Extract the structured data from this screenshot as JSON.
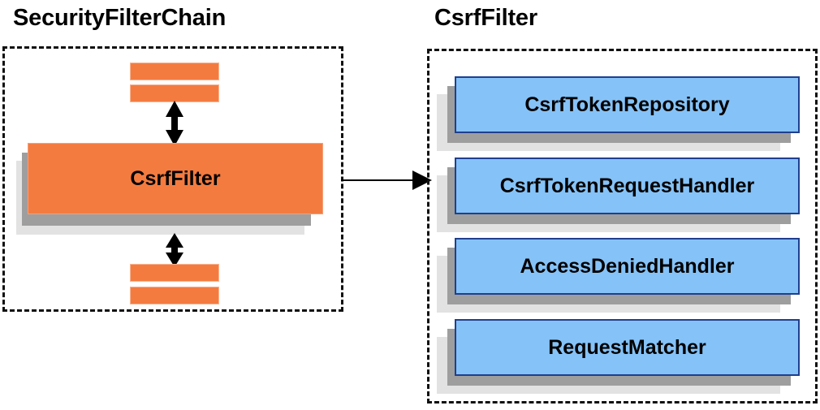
{
  "diagram": {
    "title_left": "SecurityFilterChain",
    "title_right": "CsrfFilter",
    "filter_chain": {
      "main_node_label": "CsrfFilter",
      "stub_count_top": 2,
      "stub_count_bottom": 2,
      "arrow_up": "double-headed-vertical-arrow",
      "arrow_down": "double-headed-vertical-arrow"
    },
    "link_arrow": "arrow-right",
    "csrf_filter_collaborators": [
      {
        "label": "CsrfTokenRepository"
      },
      {
        "label": "CsrfTokenRequestHandler"
      },
      {
        "label": "AccessDeniedHandler"
      },
      {
        "label": "RequestMatcher"
      }
    ]
  },
  "colors": {
    "orange_fill": "#f47b3f",
    "orange_border": "#f9b391",
    "blue_fill": "#85c2f7",
    "blue_border": "#1f3f8f",
    "shadow_near": "#9e9e9e",
    "shadow_far": "#e2e2e2",
    "dashed_border": "#111111",
    "text": "#000000",
    "background": "#ffffff"
  }
}
